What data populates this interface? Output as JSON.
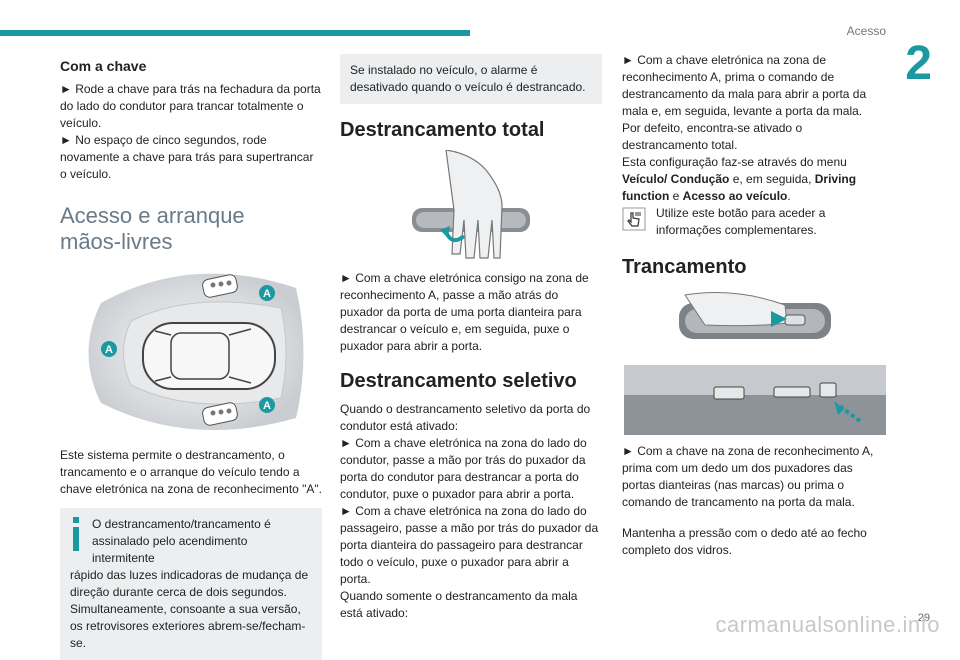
{
  "header": {
    "section_title": "Acesso",
    "chapter_number": "2",
    "page_number": "29"
  },
  "watermark": "carmanualsonline.info",
  "col1": {
    "heading_key": "Com a chave",
    "key_step1": "► Rode a chave para trás na fechadura da porta do lado do condutor para trancar totalmente o veículo.",
    "key_step2": "► No espaço de cinco segundos, rode novamente a chave para trás para supertrancar o veículo.",
    "section_title_line1": "Acesso e arranque",
    "section_title_line2": "mãos-livres",
    "diagram_label": "A",
    "intro_text": "Este sistema permite o destrancamento, o trancamento e o arranque do veículo tendo a chave eletrónica na zona de reconhecimento \"A\".",
    "info_text_line1": "O destrancamento/trancamento é assinalado pelo acendimento intermitente",
    "info_text_rest": "rápido das luzes indicadoras de mudança de direção durante cerca de dois segundos. Simultaneamente, consoante a sua versão, os retrovisores exteriores abrem-se/fecham-se."
  },
  "col2": {
    "alarm_note": "Se instalado no veículo, o alarme é desativado quando o veículo é destrancado.",
    "total_title": "Destrancamento total",
    "total_text": "► Com a chave eletrónica consigo na zona de reconhecimento A, passe a mão atrás do puxador da porta de uma porta dianteira para destrancar o veículo e, em seguida, puxe o puxador para abrir a porta.",
    "selective_title": "Destrancamento seletivo",
    "selective_intro": "Quando o destrancamento seletivo da porta do condutor está ativado:",
    "selective_step1": "► Com a chave eletrónica na zona do lado do condutor, passe a mão por trás do puxador da porta do condutor para destrancar a porta do condutor, puxe o puxador para abrir a porta.",
    "selective_step2": "► Com a chave eletrónica na zona do lado do passageiro, passe a mão por trás do puxador da porta dianteira do passageiro para destrancar todo o veículo, puxe o puxador para abrir a porta.",
    "selective_trunk": "Quando somente o destrancamento da mala está ativado:"
  },
  "col3": {
    "trunk_text": "► Com a chave eletrónica na zona de reconhecimento A, prima o comando de destrancamento da mala para abrir a porta da mala e, em seguida, levante a porta da mala.",
    "default_text": "Por defeito, encontra-se ativado o destrancamento total.",
    "config_text_a": "Esta configuração faz-se através do menu ",
    "config_menu1": "Veículo/ Condução",
    "config_text_b": " e, em seguida, ",
    "config_menu2": "Driving function",
    "config_text_c": " e ",
    "config_menu3": "Acesso ao veículo",
    "config_text_d": ".",
    "tip_text": "Utilize este botão para aceder a informações complementares.",
    "lock_title": "Trancamento",
    "lock_text": "► Com a chave na zona de reconhecimento A, prima com um dedo um dos puxadores das portas dianteiras (nas marcas) ou prima o comando de trancamento na porta da mala.",
    "hold_text": "Mantenha a pressão com o dedo até ao fecho completo dos vidros."
  }
}
